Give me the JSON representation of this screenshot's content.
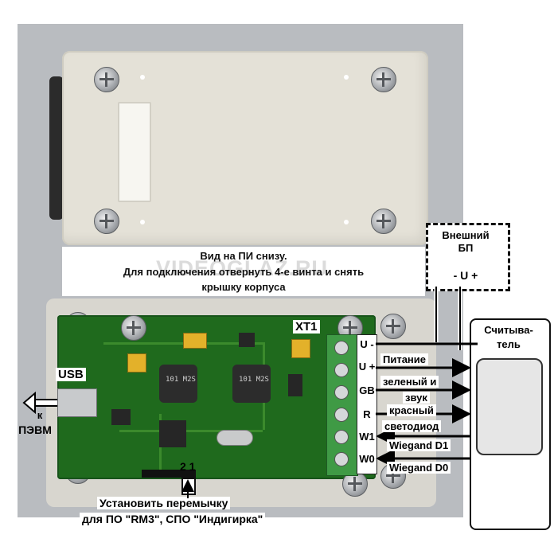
{
  "top_view": {
    "caption_line1": "Вид на ПИ снизу.",
    "caption_line2": "Для подключения отвернуть 4-е винта и снять",
    "caption_line3": "крышку корпуса",
    "watermark": "VIDEOGLAZ.RU"
  },
  "board": {
    "connector_name": "XT1",
    "inductor_marking": "101 M2S",
    "pins": [
      "U -",
      "U +",
      "GB",
      "R",
      "W1",
      "W0"
    ],
    "jumper_pins": "2 1"
  },
  "usb": {
    "label": "USB",
    "target_line1": "к",
    "target_line2": "ПЭВМ"
  },
  "external_psu": {
    "title_line1": "Внешний",
    "title_line2": "БП",
    "polarity": "- U +"
  },
  "reader": {
    "title_line1": "Считыва-",
    "title_line2": "тель"
  },
  "connections": [
    {
      "label": "Питание"
    },
    {
      "label": "зеленый и"
    },
    {
      "label": "звук"
    },
    {
      "label": "красный"
    },
    {
      "label": "светодиод"
    },
    {
      "label": "Wiegand D1"
    },
    {
      "label": "Wiegand D0"
    }
  ],
  "jumper_note": {
    "line1": "Установить   перемычку",
    "line2": "для ПО \"RM3\", СПО \"Индигирка\""
  }
}
